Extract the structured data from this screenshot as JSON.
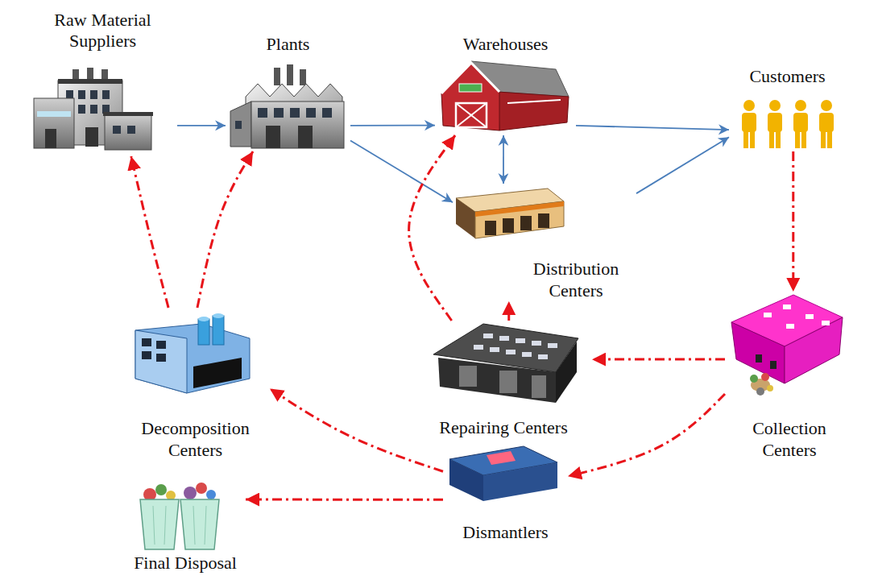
{
  "diagram": {
    "nodes": [
      {
        "text": [
          "Raw Material Suppliers"
        ]
      },
      {
        "text": [
          "Plants"
        ]
      },
      {
        "text": [
          "Warehouses"
        ]
      },
      {
        "text": [
          "Customers"
        ]
      },
      {
        "text": [
          "Distribution Centers"
        ]
      },
      {
        "text": [
          "Decomposition Centers"
        ]
      },
      {
        "text": [
          "Repairing Centers"
        ]
      },
      {
        "text": [
          "Collection Centers"
        ]
      },
      {
        "text": [
          "Dismantlers"
        ]
      },
      {
        "text": [
          "Final Disposal"
        ]
      }
    ],
    "edges": [
      {
        "from": 0,
        "to": 1,
        "arrow": "to"
      },
      {
        "from": 1,
        "to": 2,
        "arrow": "to"
      },
      {
        "from": 1,
        "to": 4,
        "arrow": "to"
      },
      {
        "from": 2,
        "to": 4,
        "arrow": "both"
      },
      {
        "from": 2,
        "to": 3,
        "arrow": "to"
      },
      {
        "from": 4,
        "to": 3,
        "arrow": "to"
      },
      {
        "from": 3,
        "to": 7,
        "arrow": "to"
      },
      {
        "from": 7,
        "to": 6,
        "arrow": "to"
      },
      {
        "from": 7,
        "to": 8,
        "arrow": "to"
      },
      {
        "from": 6,
        "to": 4,
        "arrow": "to"
      },
      {
        "from": 6,
        "to": 2,
        "arrow": "to"
      },
      {
        "from": 8,
        "to": 5,
        "arrow": "to"
      },
      {
        "from": 8,
        "to": 9,
        "arrow": "to"
      },
      {
        "from": 5,
        "to": 0,
        "arrow": "to"
      },
      {
        "from": 5,
        "to": 1,
        "arrow": "to"
      }
    ]
  }
}
